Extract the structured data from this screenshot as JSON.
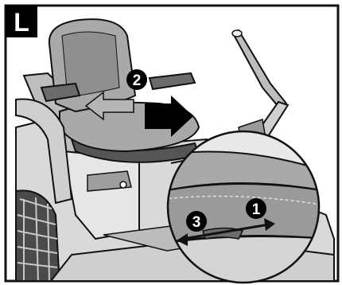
{
  "panel": {
    "letter": "L"
  },
  "callouts": {
    "step_1": "1",
    "step_2": "2",
    "step_3": "3"
  },
  "colors": {
    "frame": "#111111",
    "seat_fill": "#a9a9a9",
    "seat_dark": "#6b6b6b",
    "arrow_gray": "#b5b5b5",
    "arrow_black": "#000000",
    "badge_bg": "#000000",
    "badge_text": "#ffffff"
  },
  "icons": {
    "rear_arrow": "arrow-left-gray",
    "forward_arrow": "arrow-right-black",
    "lever_arrow": "double-headed-arrow"
  }
}
